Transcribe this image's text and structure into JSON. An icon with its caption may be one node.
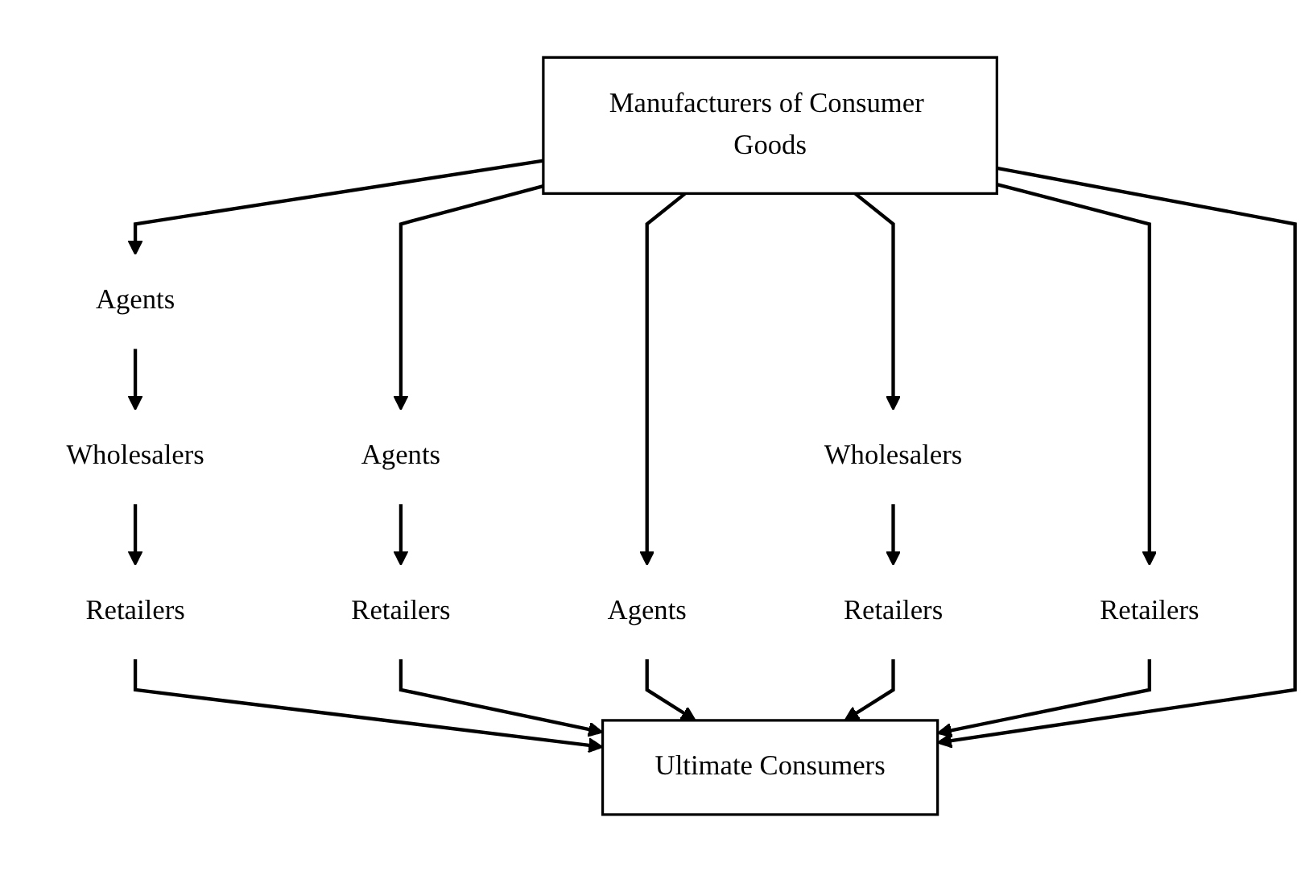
{
  "diagram": {
    "nodes": [
      {
        "text": [
          "Manufacturers of Consumer Goods"
        ]
      },
      {
        "text": [
          "Agents"
        ]
      },
      {
        "text": [
          "Agents"
        ]
      },
      {
        "text": [
          "Agents"
        ]
      },
      {
        "text": [
          "Wholesalers"
        ]
      },
      {
        "text": [
          "Wholesalers"
        ]
      },
      {
        "text": [
          "Retailers"
        ]
      },
      {
        "text": [
          "Retailers"
        ]
      },
      {
        "text": [
          "Retailers"
        ]
      },
      {
        "text": [
          "Retailers"
        ]
      },
      {
        "text": [
          "Ultimate Consumers"
        ]
      }
    ],
    "edges": [
      {
        "from": 0,
        "to": 1,
        "arrow": "to"
      },
      {
        "from": 1,
        "to": 4,
        "arrow": "to"
      },
      {
        "from": 4,
        "to": 6,
        "arrow": "to"
      },
      {
        "from": 6,
        "to": 10,
        "arrow": "to"
      },
      {
        "from": 0,
        "to": 2,
        "arrow": "to"
      },
      {
        "from": 2,
        "to": 7,
        "arrow": "to"
      },
      {
        "from": 7,
        "to": 10,
        "arrow": "to"
      },
      {
        "from": 0,
        "to": 3,
        "arrow": "to"
      },
      {
        "from": 3,
        "to": 10,
        "arrow": "to"
      },
      {
        "from": 0,
        "to": 5,
        "arrow": "to"
      },
      {
        "from": 5,
        "to": 8,
        "arrow": "to"
      },
      {
        "from": 8,
        "to": 10,
        "arrow": "to"
      },
      {
        "from": 0,
        "to": 9,
        "arrow": "to"
      },
      {
        "from": 9,
        "to": 10,
        "arrow": "to"
      },
      {
        "from": 0,
        "to": 10,
        "arrow": "to"
      }
    ]
  }
}
